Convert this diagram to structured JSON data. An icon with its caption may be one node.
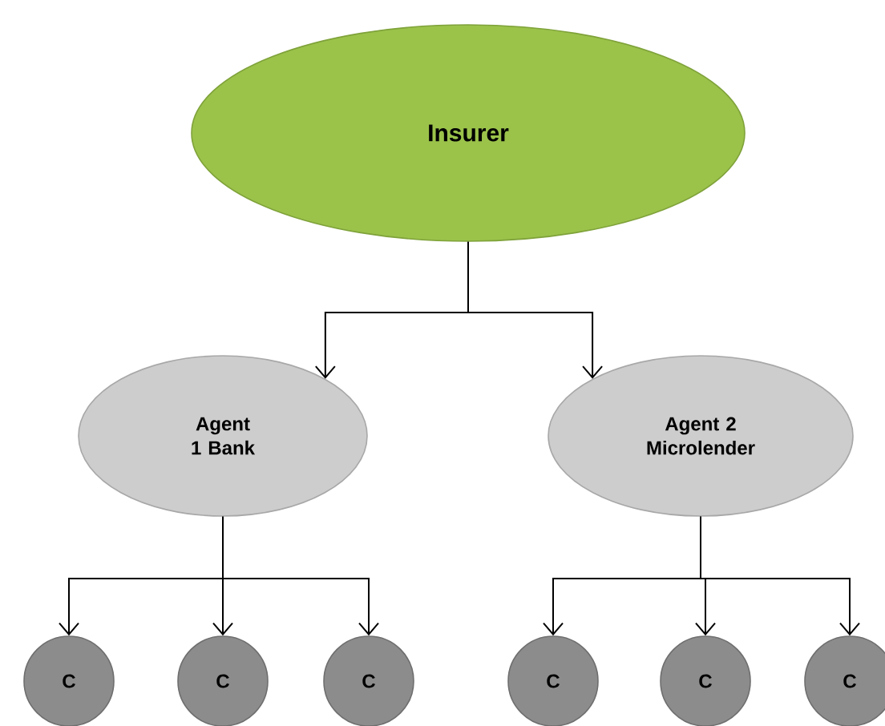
{
  "diagram": {
    "nodes": [
      {
        "text": [
          "Insurer"
        ]
      },
      {
        "text": [
          "Agent 1 Bank"
        ]
      },
      {
        "text": [
          "Agent 2 Microlender"
        ]
      },
      {
        "text": [
          "C"
        ]
      },
      {
        "text": [
          "C"
        ]
      },
      {
        "text": [
          "C"
        ]
      },
      {
        "text": [
          "C"
        ]
      },
      {
        "text": [
          "C"
        ]
      },
      {
        "text": [
          "C"
        ]
      }
    ],
    "edges": [
      {
        "from": 0,
        "to": 1,
        "arrow": "to"
      },
      {
        "from": 0,
        "to": 2,
        "arrow": "to"
      },
      {
        "from": 1,
        "to": 3,
        "arrow": "to"
      },
      {
        "from": 1,
        "to": 4,
        "arrow": "to"
      },
      {
        "from": 1,
        "to": 5,
        "arrow": "to"
      },
      {
        "from": 2,
        "to": 6,
        "arrow": "to"
      },
      {
        "from": 2,
        "to": 7,
        "arrow": "to"
      },
      {
        "from": 2,
        "to": 8,
        "arrow": "to"
      }
    ]
  }
}
